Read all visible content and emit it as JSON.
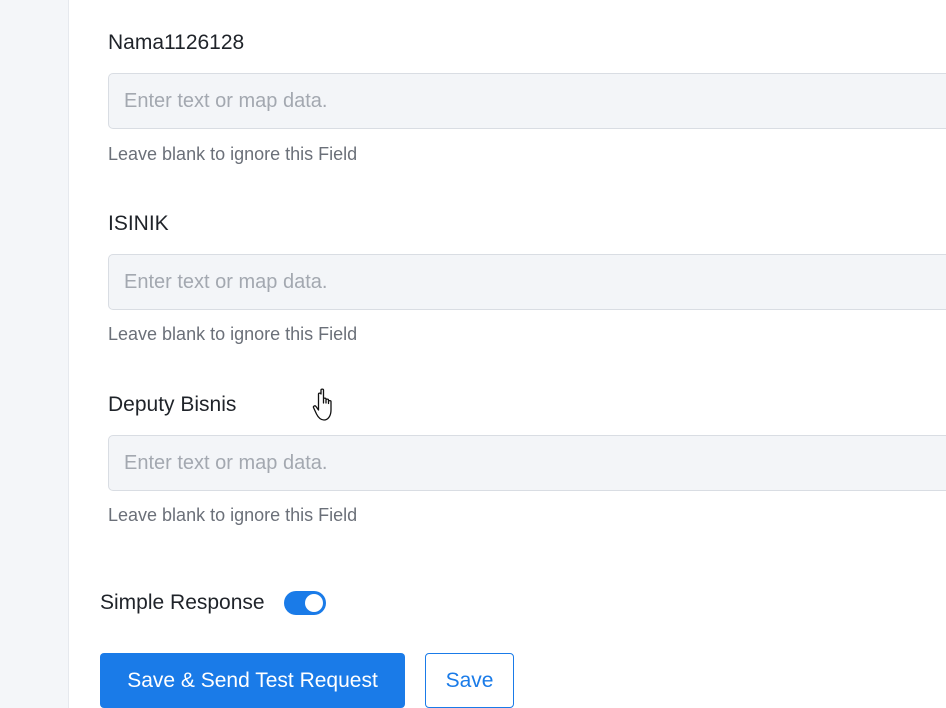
{
  "fields": [
    {
      "label": "Nama1126128",
      "placeholder": "Enter text or map data.",
      "value": "",
      "hint": "Leave blank to ignore this Field"
    },
    {
      "label": "ISINIK",
      "placeholder": "Enter text or map data.",
      "value": "",
      "hint": "Leave blank to ignore this Field"
    },
    {
      "label": "Deputy Bisnis",
      "placeholder": "Enter text or map data.",
      "value": "",
      "hint": "Leave blank to ignore this Field"
    }
  ],
  "simple_response": {
    "label": "Simple Response",
    "enabled": true
  },
  "actions": {
    "save_send_label": "Save & Send Test Request",
    "save_label": "Save"
  },
  "colors": {
    "accent": "#1a7be8",
    "input_bg": "#f3f5f8",
    "hint_text": "#6b7079"
  },
  "icons": {
    "cursor": "hand-pointer-icon"
  }
}
